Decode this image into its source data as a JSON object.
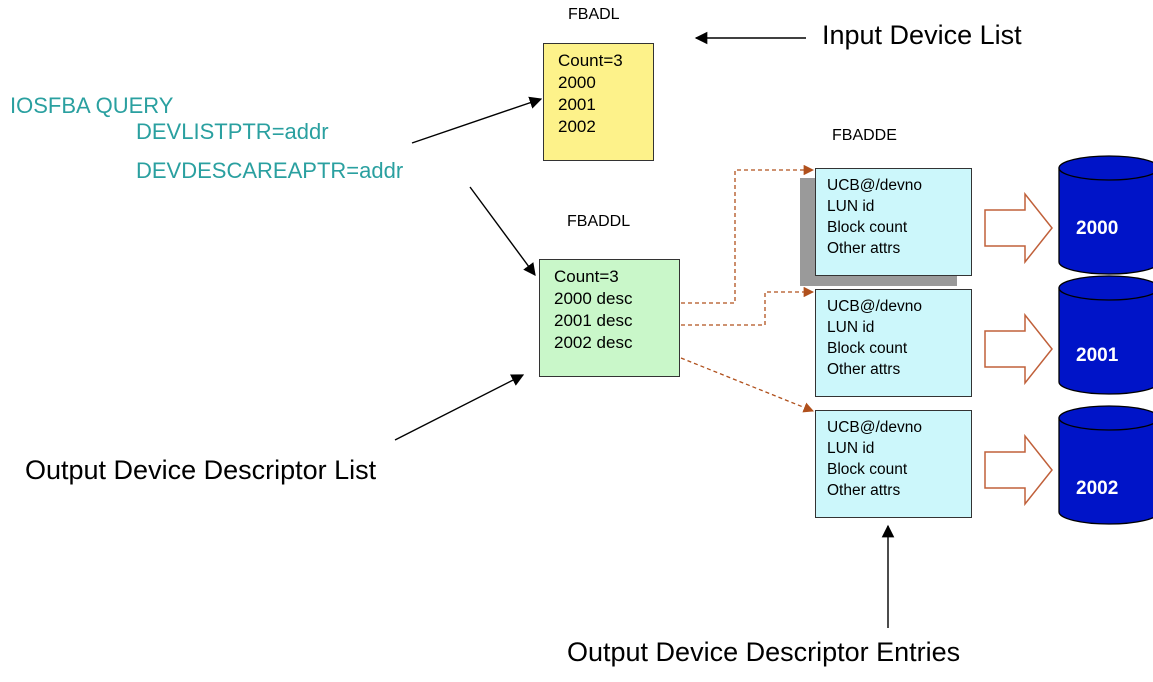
{
  "fbadl": {
    "title": "FBADL",
    "lines": [
      "Count=3",
      "2000",
      "2001",
      "2002"
    ]
  },
  "input_label": "Input Device List",
  "macro": {
    "line1": "IOSFBA QUERY",
    "line2": "DEVLISTPTR=addr",
    "line3": "DEVDESCAREAPTR=addr"
  },
  "fbaddl": {
    "title": "FBADDL",
    "lines": [
      "Count=3",
      "2000 desc",
      "2001 desc",
      "2002 desc"
    ]
  },
  "fbadde": {
    "title": "FBADDE",
    "entries": [
      {
        "lines": [
          "UCB@/devno",
          "LUN id",
          "Block count",
          "Other attrs"
        ],
        "device": "2000"
      },
      {
        "lines": [
          "UCB@/devno",
          "LUN id",
          "Block count",
          "Other attrs"
        ],
        "device": "2001"
      },
      {
        "lines": [
          "UCB@/devno",
          "LUN id",
          "Block count",
          "Other attrs"
        ],
        "device": "2002"
      }
    ]
  },
  "output_list_label": "Output Device Descriptor List",
  "output_entries_label": "Output Device Descriptor Entries",
  "colors": {
    "fbadl_fill": "#fdf28a",
    "fbaddl_fill": "#c9f7c9",
    "fbadde_fill": "#ccf7fb",
    "disk_fill": "#0014c8",
    "macro_text": "#2aa0a0",
    "dashed_arrow": "#b0501c",
    "hollow_arrow": "#c0603a"
  }
}
